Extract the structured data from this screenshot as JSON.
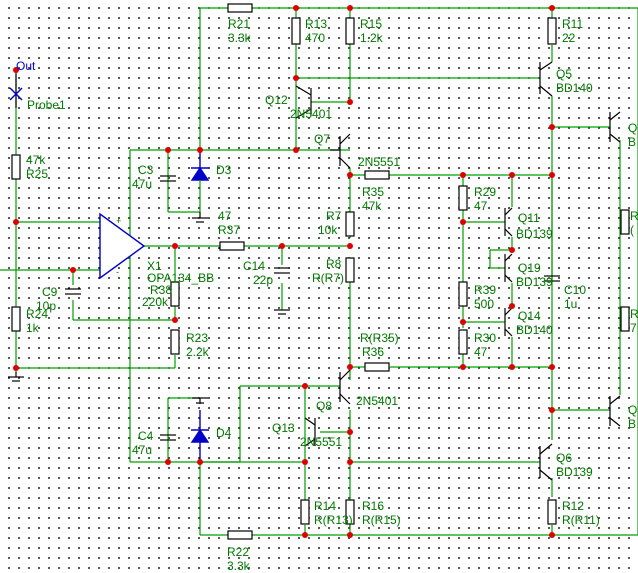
{
  "colors": {
    "wire": "#00a000",
    "junction": "#e00000",
    "component": "#000000",
    "accent": "#0000c8",
    "label": "#007a00"
  },
  "nets": {
    "out": "Out",
    "probe": "Probe1"
  },
  "components": {
    "R11": {
      "ref": "R11",
      "value": "22"
    },
    "R12": {
      "ref": "R12",
      "value": "R(R11)"
    },
    "R13": {
      "ref": "R13",
      "value": "470"
    },
    "R14": {
      "ref": "R14",
      "value": "R(R13)"
    },
    "R15": {
      "ref": "R15",
      "value": "1.2k"
    },
    "R16": {
      "ref": "R16",
      "value": "R(R15)"
    },
    "R21": {
      "ref": "R21",
      "value": "3.3k"
    },
    "R22": {
      "ref": "R22",
      "value": "3.3k"
    },
    "R23": {
      "ref": "R23",
      "value": "2.2k"
    },
    "R24": {
      "ref": "R24",
      "value": "1k"
    },
    "R25": {
      "ref": "R25",
      "value": "47k"
    },
    "R29": {
      "ref": "R29",
      "value": "47"
    },
    "R30": {
      "ref": "R30",
      "value": "47"
    },
    "R35": {
      "ref": "R35",
      "value": "47k"
    },
    "R36": {
      "ref": "R36",
      "value": "R(R35)"
    },
    "R37": {
      "ref": "R37",
      "value": "47"
    },
    "R38": {
      "ref": "R38",
      "value": "220k"
    },
    "R39": {
      "ref": "R39",
      "value": "500"
    },
    "R7": {
      "ref": "R7",
      "value": "10k"
    },
    "R8": {
      "ref": "R8",
      "value": "R(R7)"
    },
    "C3": {
      "ref": "C3",
      "value": "47u"
    },
    "C4": {
      "ref": "C4",
      "value": "47u"
    },
    "C9": {
      "ref": "C9",
      "value": "10p"
    },
    "C10": {
      "ref": "C10",
      "value": "1u"
    },
    "C14": {
      "ref": "C14",
      "value": "22p"
    },
    "D3": {
      "ref": "D3"
    },
    "D4": {
      "ref": "D4"
    },
    "X1": {
      "ref": "X1",
      "value": "OPA134_BB"
    },
    "Q5": {
      "ref": "Q5",
      "value": "BD140"
    },
    "Q6": {
      "ref": "Q6",
      "value": "BD139"
    },
    "Q7": {
      "ref": "Q7",
      "value": "2N5551"
    },
    "Q8": {
      "ref": "Q8",
      "value": "2N5401"
    },
    "Q11": {
      "ref": "Q11",
      "value": "BD139"
    },
    "Q12": {
      "ref": "Q12",
      "value": "2N5401"
    },
    "Q13": {
      "ref": "Q13",
      "value": "2N5551"
    },
    "Q14": {
      "ref": "Q14",
      "value": "BD140"
    },
    "Q19": {
      "ref": "Q19",
      "value": "BD139"
    },
    "QR1": {
      "ref": "Q",
      "value": "B"
    },
    "QR2": {
      "ref": "Q",
      "value": "B"
    }
  },
  "edge_labels": {
    "r_top": "R",
    "r_top2": "(",
    "r_mid": "7",
    "r_bot": "R",
    "r_bot2": "7"
  },
  "opamp_pins": {
    "plus": "+",
    "minus": "-"
  }
}
